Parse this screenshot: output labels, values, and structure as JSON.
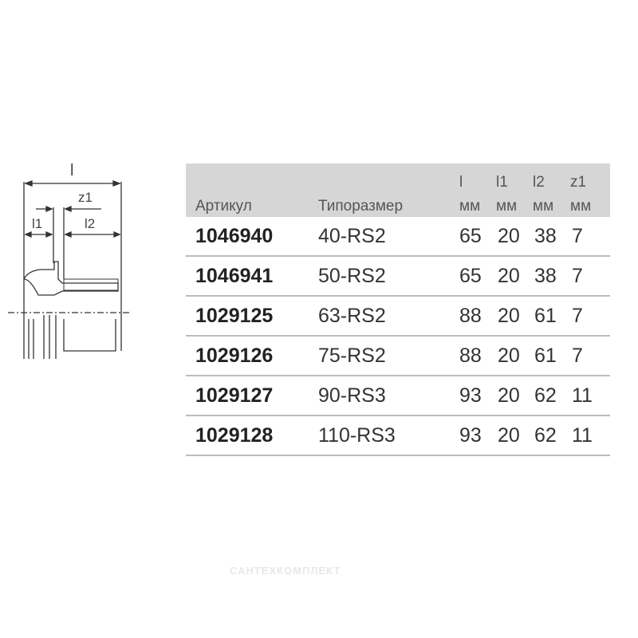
{
  "diagram": {
    "labels": {
      "l": "l",
      "z1": "z1",
      "l1": "l1",
      "l2": "l2"
    }
  },
  "table": {
    "headers": {
      "article": "Артикул",
      "size": "Типоразмер",
      "l": {
        "name": "l",
        "unit": "мм"
      },
      "l1": {
        "name": "l1",
        "unit": "мм"
      },
      "l2": {
        "name": "l2",
        "unit": "мм"
      },
      "z1": {
        "name": "z1",
        "unit": "мм"
      }
    },
    "rows": [
      {
        "article": "1046940",
        "size": "40-RS2",
        "l": "65",
        "l1": "20",
        "l2": "38",
        "z1": "7"
      },
      {
        "article": "1046941",
        "size": "50-RS2",
        "l": "65",
        "l1": "20",
        "l2": "38",
        "z1": "7"
      },
      {
        "article": "1029125",
        "size": "63-RS2",
        "l": "88",
        "l1": "20",
        "l2": "61",
        "z1": "7"
      },
      {
        "article": "1029126",
        "size": "75-RS2",
        "l": "88",
        "l1": "20",
        "l2": "61",
        "z1": "7"
      },
      {
        "article": "1029127",
        "size": "90-RS3",
        "l": "93",
        "l1": "20",
        "l2": "62",
        "z1": "11"
      },
      {
        "article": "1029128",
        "size": "110-RS3",
        "l": "93",
        "l1": "20",
        "l2": "62",
        "z1": "11"
      }
    ]
  },
  "watermark": "САНТЕХКОМПЛЕКТ"
}
